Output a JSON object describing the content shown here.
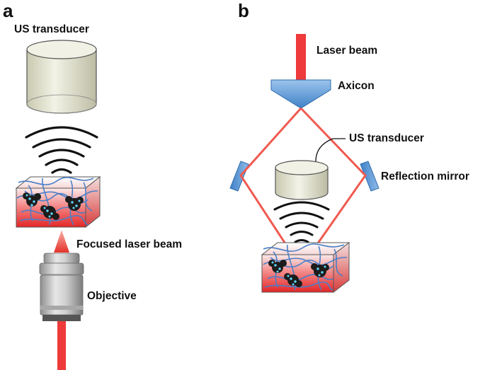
{
  "panels": [
    {
      "letter": "a",
      "labels": {
        "transducer": "US transducer",
        "focused_beam": "Focused laser beam",
        "objective": "Objective"
      }
    },
    {
      "letter": "b",
      "labels": {
        "laser_beam": "Laser beam",
        "axicon": "Axicon",
        "transducer": "US transducer",
        "mirror": "Reflection mirror"
      }
    }
  ],
  "colors": {
    "laser": "#ee3a3a",
    "laser_beam_fill": "#f15a4f",
    "axicon": "#5b9bd5",
    "mirror": "#5b9bd5",
    "fiber": "#4a7fc8",
    "tissue_top": "#fbe9e9",
    "tissue_bottom": "#e62929",
    "cell": "#1c1c1c",
    "cell_dots": "#5fd8ff",
    "transducer": "#e3e3cf",
    "objective": "#bdbdbd"
  }
}
